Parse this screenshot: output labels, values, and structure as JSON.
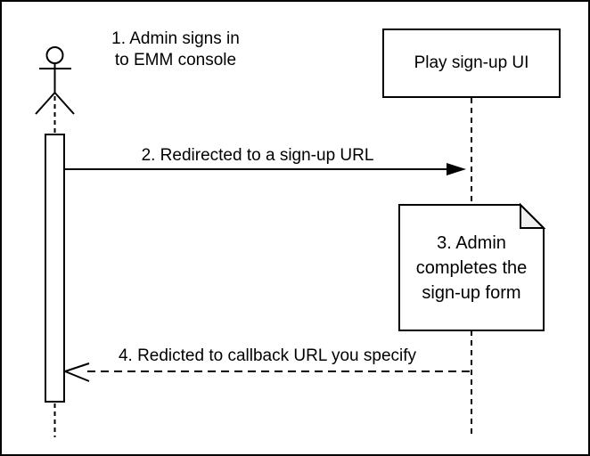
{
  "diagram": {
    "type": "sequence-diagram",
    "participants": [
      {
        "id": "admin",
        "kind": "actor",
        "label": ""
      },
      {
        "id": "play-sign-up-ui",
        "kind": "object-box",
        "label": "Play sign-up UI"
      }
    ],
    "steps": [
      {
        "n": "1",
        "kind": "caption",
        "text": "1. Admin signs in\nto EMM console"
      },
      {
        "n": "2",
        "kind": "message-solid-arrow",
        "from": "admin",
        "to": "play-sign-up-ui",
        "text": "2. Redirected to a sign-up URL"
      },
      {
        "n": "3",
        "kind": "note",
        "text": "3. Admin\ncompletes the\nsign-up form"
      },
      {
        "n": "4",
        "kind": "message-dashed-return-arrow",
        "from": "play-sign-up-ui",
        "to": "admin",
        "text": "4. Redicted to callback URL you specify"
      }
    ],
    "colors": {
      "stroke": "#000000",
      "fill": "#ffffff",
      "note_fold_fill": "#f0f0f0"
    }
  }
}
